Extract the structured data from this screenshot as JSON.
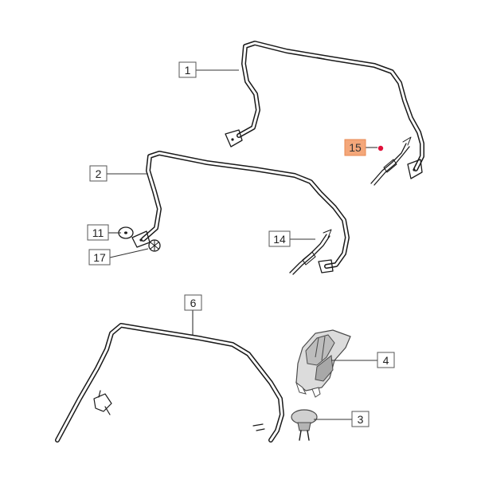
{
  "callouts": [
    {
      "id": "1",
      "label": "1"
    },
    {
      "id": "2",
      "label": "2"
    },
    {
      "id": "3",
      "label": "3"
    },
    {
      "id": "4",
      "label": "4"
    },
    {
      "id": "6",
      "label": "6"
    },
    {
      "id": "11",
      "label": "11"
    },
    {
      "id": "14",
      "label": "14"
    },
    {
      "id": "15",
      "label": "15",
      "highlighted": true
    },
    {
      "id": "17",
      "label": "17"
    }
  ],
  "colors": {
    "highlight_fill": "#f4a77a",
    "highlight_marker": "#e0103a",
    "line": "#1a1a1a"
  }
}
